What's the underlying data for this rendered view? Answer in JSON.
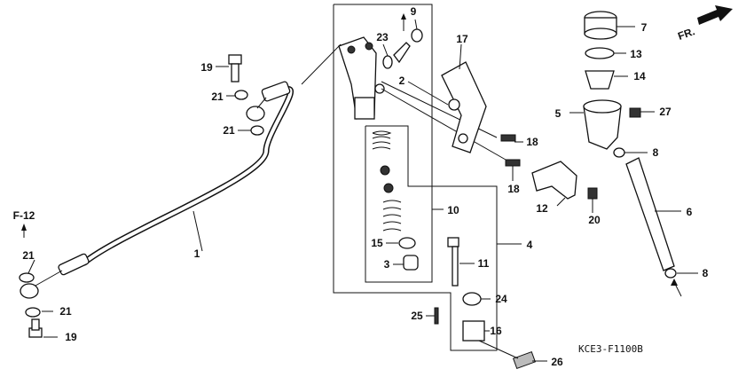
{
  "diagram": {
    "callouts": [
      "1",
      "2",
      "3",
      "4",
      "5",
      "6",
      "7",
      "8",
      "8",
      "9",
      "10",
      "11",
      "12",
      "13",
      "14",
      "15",
      "16",
      "17",
      "18",
      "18",
      "19",
      "19",
      "20",
      "21",
      "21",
      "21",
      "21",
      "23",
      "24",
      "25",
      "26",
      "27"
    ],
    "ref_label": "F-12",
    "direction_label": "FR.",
    "drawing_code": "KCE3-F1100B"
  }
}
